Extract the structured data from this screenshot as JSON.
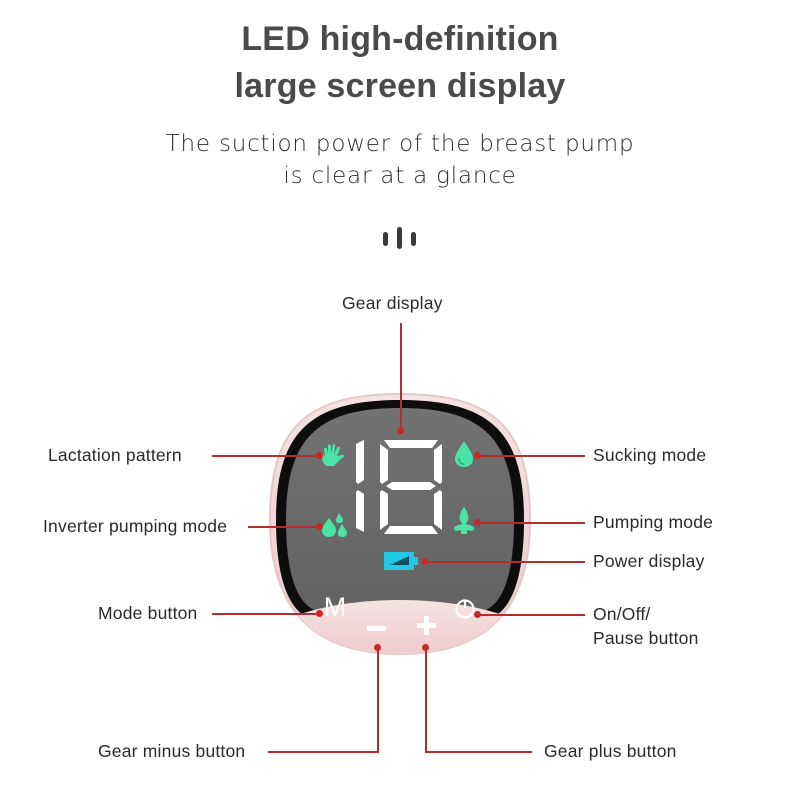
{
  "heading": {
    "line1": "LED high-definition",
    "line2": "large screen display"
  },
  "subheading": {
    "line1": "The suction power of the breast pump",
    "line2": "is clear at a glance"
  },
  "divider_icon": "three-bars-icon",
  "device": {
    "gear_value": "18",
    "screen_color": "#6e6e6e",
    "bezel_color": "#111111",
    "shell_color": "#f3d9da",
    "icon_color": "#4be3a6",
    "battery_color": "#22c8e6",
    "buttons": {
      "mode": "M",
      "minus": "−",
      "plus": "+",
      "power": "power-icon"
    },
    "icons": {
      "lactation": "hand-icon",
      "inverter": "droplets-icon",
      "sucking": "drop-icon",
      "pumping": "fleur-icon",
      "power_display": "battery-icon"
    }
  },
  "callouts": {
    "gear_display": "Gear display",
    "lactation_pattern": "Lactation pattern",
    "inverter_pumping_mode": "Inverter pumping mode",
    "mode_button": "Mode button",
    "sucking_mode": "Sucking mode",
    "pumping_mode": "Pumping mode",
    "power_display": "Power display",
    "onoff_line1": "On/Off/",
    "onoff_line2": "Pause button",
    "gear_minus_button": "Gear minus button",
    "gear_plus_button": "Gear plus button"
  },
  "colors": {
    "leader_line": "#b03030",
    "leader_dot": "#c62828",
    "heading_text": "#4a4a4a"
  }
}
